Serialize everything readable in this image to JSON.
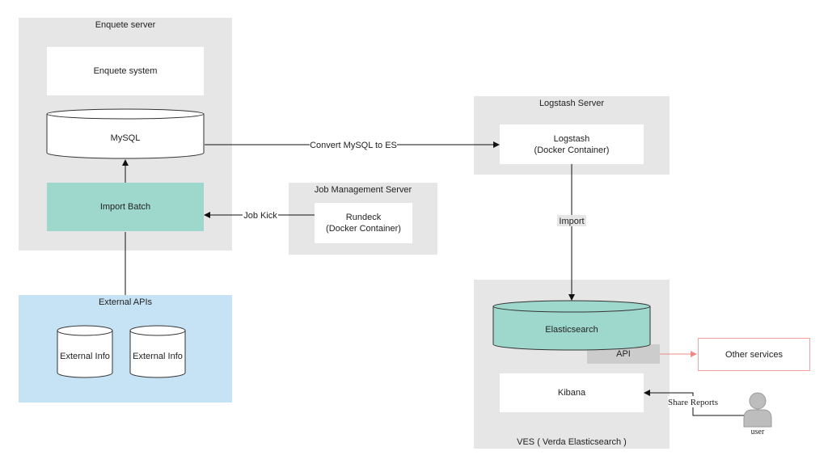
{
  "groups": {
    "enquete_server": "Enquete server",
    "external_apis": "External APIs",
    "job_management_server": "Job Management Server",
    "logstash_server": "Logstash Server",
    "ves": "VES ( Verda Elasticsearch )"
  },
  "nodes": {
    "enquete_system": "Enquete system",
    "mysql": "MySQL",
    "import_batch": "Import Batch",
    "external_info_1": "External Info",
    "external_info_2": "External Info",
    "rundeck": "Rundeck\n(Docker Container)",
    "logstash": "Logstash\n(Docker Container)",
    "elasticsearch": "Elasticsearch",
    "api": "API",
    "other_services": "Other services",
    "kibana": "Kibana",
    "user": "user"
  },
  "edges": {
    "convert": "Convert MySQL to ES",
    "job_kick": "Job Kick",
    "import": "Import",
    "share_reports": "Share Reports"
  },
  "colors": {
    "group_gray": "#e6e6e6",
    "group_blue": "#c6e2f5",
    "teal": "#9ed8cc",
    "api_gray": "#cccccc",
    "other_services_border": "#f4a3a3",
    "arrow": "#111111",
    "arrow_api": "#f08a8a"
  }
}
